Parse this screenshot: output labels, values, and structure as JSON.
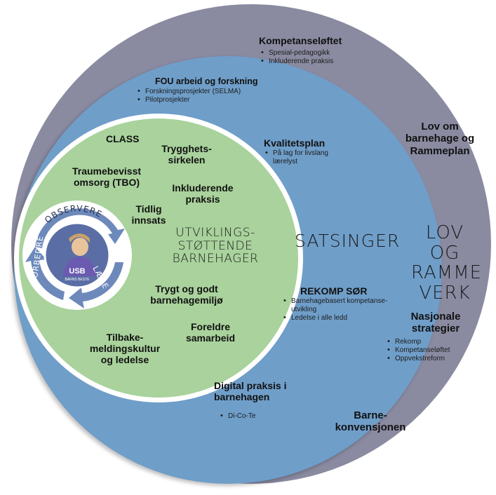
{
  "colors": {
    "outer_ring": "#8a8aa1",
    "middle_ring": "#6f9ec9",
    "inner_circle": "#a9d29c",
    "white_band": "#ffffff",
    "cycle_arrows": "#6d89bb",
    "text": "#111111"
  },
  "outer": {
    "kompetanseloftet": {
      "title": "Kompetanseløftet",
      "items": [
        "Spesial-pedagogikk",
        "Inkluderende praksis"
      ]
    },
    "lov_om": "Lov om barnehage og Rammeplan",
    "ring_label": "LOV OG RAMME VERK",
    "nasjonale": {
      "title": "Nasjonale strategier",
      "items": [
        "Rekomp",
        "Kompetanseløftet",
        "Oppvekstreform"
      ]
    },
    "barnekonvensjonen": "Barne-konvensjonen"
  },
  "middle": {
    "fou": {
      "title": "FOU arbeid og forskning",
      "items": [
        "Forskningsprosjekter (SELMA)",
        "Pilotprosjekter"
      ]
    },
    "kvalitetsplan": {
      "title": "Kvalitetsplan",
      "items": [
        "På lag for livslang lærelyst"
      ]
    },
    "ring_label": "SATSINGER",
    "rekomp": {
      "title": "REKOMP SØR",
      "items": [
        "Barnehagebasert kompetanse- utvikling",
        "Ledelse i alle ledd"
      ]
    },
    "digital": {
      "title": "Digital praksis i barnehagen",
      "items": [
        "Di-Co-Te"
      ]
    }
  },
  "inner": {
    "class": "CLASS",
    "trygghets": "Trygghets-sirkelen",
    "traume": "Traumebevisst omsorg (TBO)",
    "inkluderende": "Inkluderende praksis",
    "tidlig": "Tidlig innsats",
    "utviklings": "UTVIKLINGS-STØTTENDE BARNEHAGER",
    "trygt": "Trygt og godt barnehagemiljø",
    "foreldre": "Foreldre samarbeid",
    "tilbake": "Tilbake-meldingskultur og ledelse"
  },
  "cycle": {
    "observere": "OBSERVERE",
    "forbedre": "FORBEDRE",
    "laere": "LÆRE",
    "logo": "USB",
    "logo_sub": "BARNS BESTE"
  }
}
